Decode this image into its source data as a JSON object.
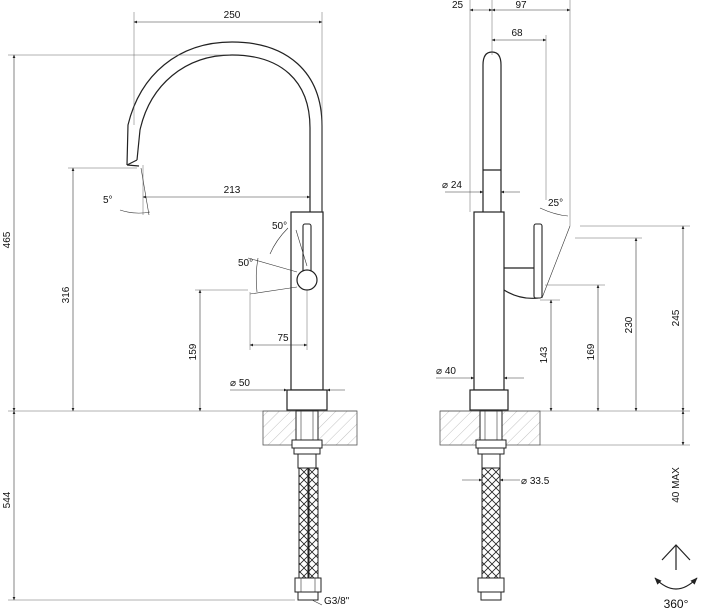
{
  "front_view": {
    "dims": {
      "width_250": "250",
      "height_465": "465",
      "reach_213": "213",
      "angle_5": "5°",
      "height_316": "316",
      "angle_50_upper": "50°",
      "angle_50_lower": "50°",
      "height_159": "159",
      "lever_75": "75",
      "diameter_50": "50",
      "depth_544": "544",
      "thread_g38": "G3/8\""
    }
  },
  "side_view": {
    "dims": {
      "offset_25": "25",
      "reach_97": "97",
      "reach_68": "68",
      "diameter_24": "24",
      "angle_25": "25°",
      "diameter_40": "40",
      "height_143": "143",
      "height_169": "169",
      "height_230": "230",
      "height_245": "245",
      "deck_40max": "40 MAX",
      "diameter_33_5": "33.5"
    }
  },
  "rotation_symbol": {
    "label": "360°"
  }
}
